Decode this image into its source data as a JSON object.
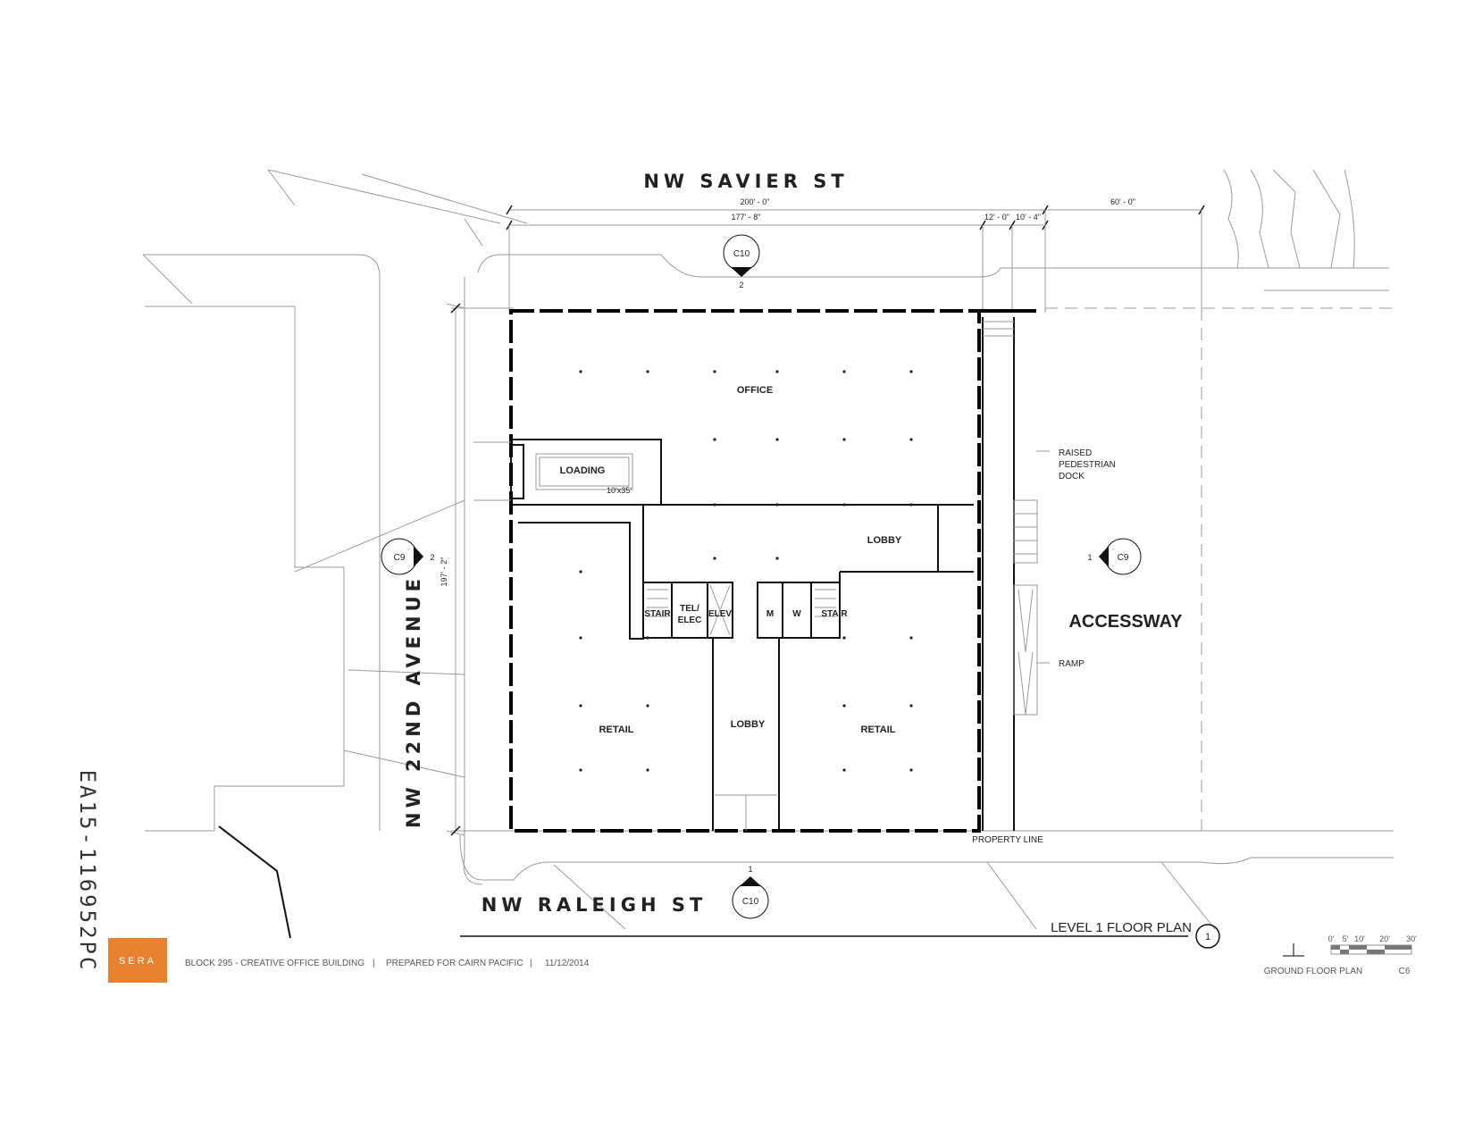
{
  "streets": {
    "north": "NW SAVIER ST",
    "south": "NW RALEIGH ST",
    "west": "NW 22ND AVENUE"
  },
  "dimensions": {
    "overall_width": "200' - 0\"",
    "building_width": "177' - 8\"",
    "seg_a": "12' - 0\"",
    "seg_b": "10' - 4\"",
    "accessway_width": "60' - 0\"",
    "building_depth": "197' - 2\""
  },
  "rooms": {
    "office": "OFFICE",
    "loading": "LOADING",
    "loading_size": "10'x35'",
    "lobby_main": "LOBBY",
    "lobby_south": "LOBBY",
    "retail_west": "RETAIL",
    "retail_east": "RETAIL",
    "stair_west": "STAIR",
    "tel_elec_1": "TEL/",
    "tel_elec_2": "ELEC",
    "elev": "ELEV",
    "m": "M",
    "w": "W",
    "stair_east": "STAIR"
  },
  "callouts": {
    "north_sheet": "C10",
    "north_num": "2",
    "south_sheet": "C10",
    "south_num": "1",
    "west_sheet": "C9",
    "west_num": "2",
    "east_sheet": "C9",
    "east_num": "1"
  },
  "notes": {
    "raised_1": "RAISED",
    "raised_2": "PEDESTRIAN",
    "raised_3": "DOCK",
    "ramp": "RAMP",
    "accessway": "ACCESSWAY",
    "property_line": "PROPERTY LINE"
  },
  "title": {
    "plan_name": "LEVEL 1 FLOOR PLAN",
    "plan_number": "1"
  },
  "scale": {
    "t0": "0'",
    "t5": "5'",
    "t10": "10'",
    "t20": "20'",
    "t30": "30'"
  },
  "footer": {
    "logo": "SERA",
    "project": "BLOCK 295 - CREATIVE OFFICE BUILDING",
    "sep1": "|",
    "prepared": "PREPARED FOR CAIRN PACIFIC",
    "sep2": "|",
    "date": "11/12/2014",
    "sheet_title": "GROUND FLOOR PLAN",
    "sheet_number": "C6"
  },
  "handwritten_code": "EA15-116952PC",
  "colors": {
    "logo_bg": "#e8812f",
    "ink": "#111111",
    "context_lines": "#9a9a9a"
  }
}
